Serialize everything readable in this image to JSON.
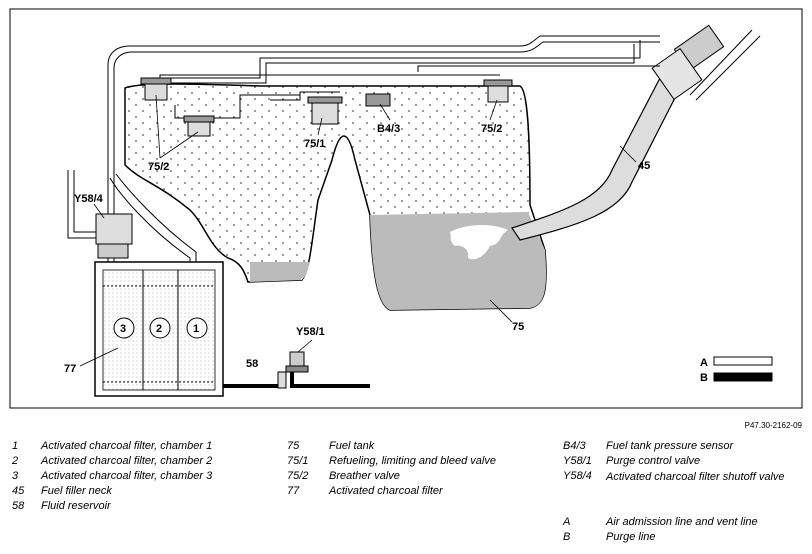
{
  "callouts": {
    "y58_4": "Y58/4",
    "c75_2_left": "75/2",
    "c75_1": "75/1",
    "b4_3": "B4/3",
    "c75_2_right": "75/2",
    "c45": "45",
    "chamber3": "3",
    "chamber2": "2",
    "chamber1": "1",
    "c77": "77",
    "y58_1": "Y58/1",
    "c58": "58",
    "c75": "75",
    "line_a": "A",
    "line_b": "B"
  },
  "reference": "P47.30-2162-09",
  "legend": {
    "col1": [
      {
        "code": "1",
        "text": "Activated charcoal filter, chamber 1"
      },
      {
        "code": "2",
        "text": "Activated charcoal filter, chamber 2"
      },
      {
        "code": "3",
        "text": "Activated charcoal filter, chamber 3"
      },
      {
        "code": "45",
        "text": "Fuel filler neck"
      },
      {
        "code": "58",
        "text": "Fluid reservoir"
      }
    ],
    "col2": [
      {
        "code": "75",
        "text": "Fuel tank"
      },
      {
        "code": "75/1",
        "text": "Refueling, limiting and bleed valve"
      },
      {
        "code": "75/2",
        "text": "Breather valve"
      },
      {
        "code": "77",
        "text": "Activated charcoal filter"
      }
    ],
    "col3": [
      {
        "code": "B4/3",
        "text": "Fuel tank pressure sensor"
      },
      {
        "code": "Y58/1",
        "text": "Purge control valve"
      },
      {
        "code": "Y58/4",
        "text": "Activated charcoal filter shutoff valve"
      }
    ],
    "col3b": [
      {
        "code": "A",
        "text": "Air admission line and vent line"
      },
      {
        "code": "B",
        "text": "Purge line"
      }
    ]
  }
}
